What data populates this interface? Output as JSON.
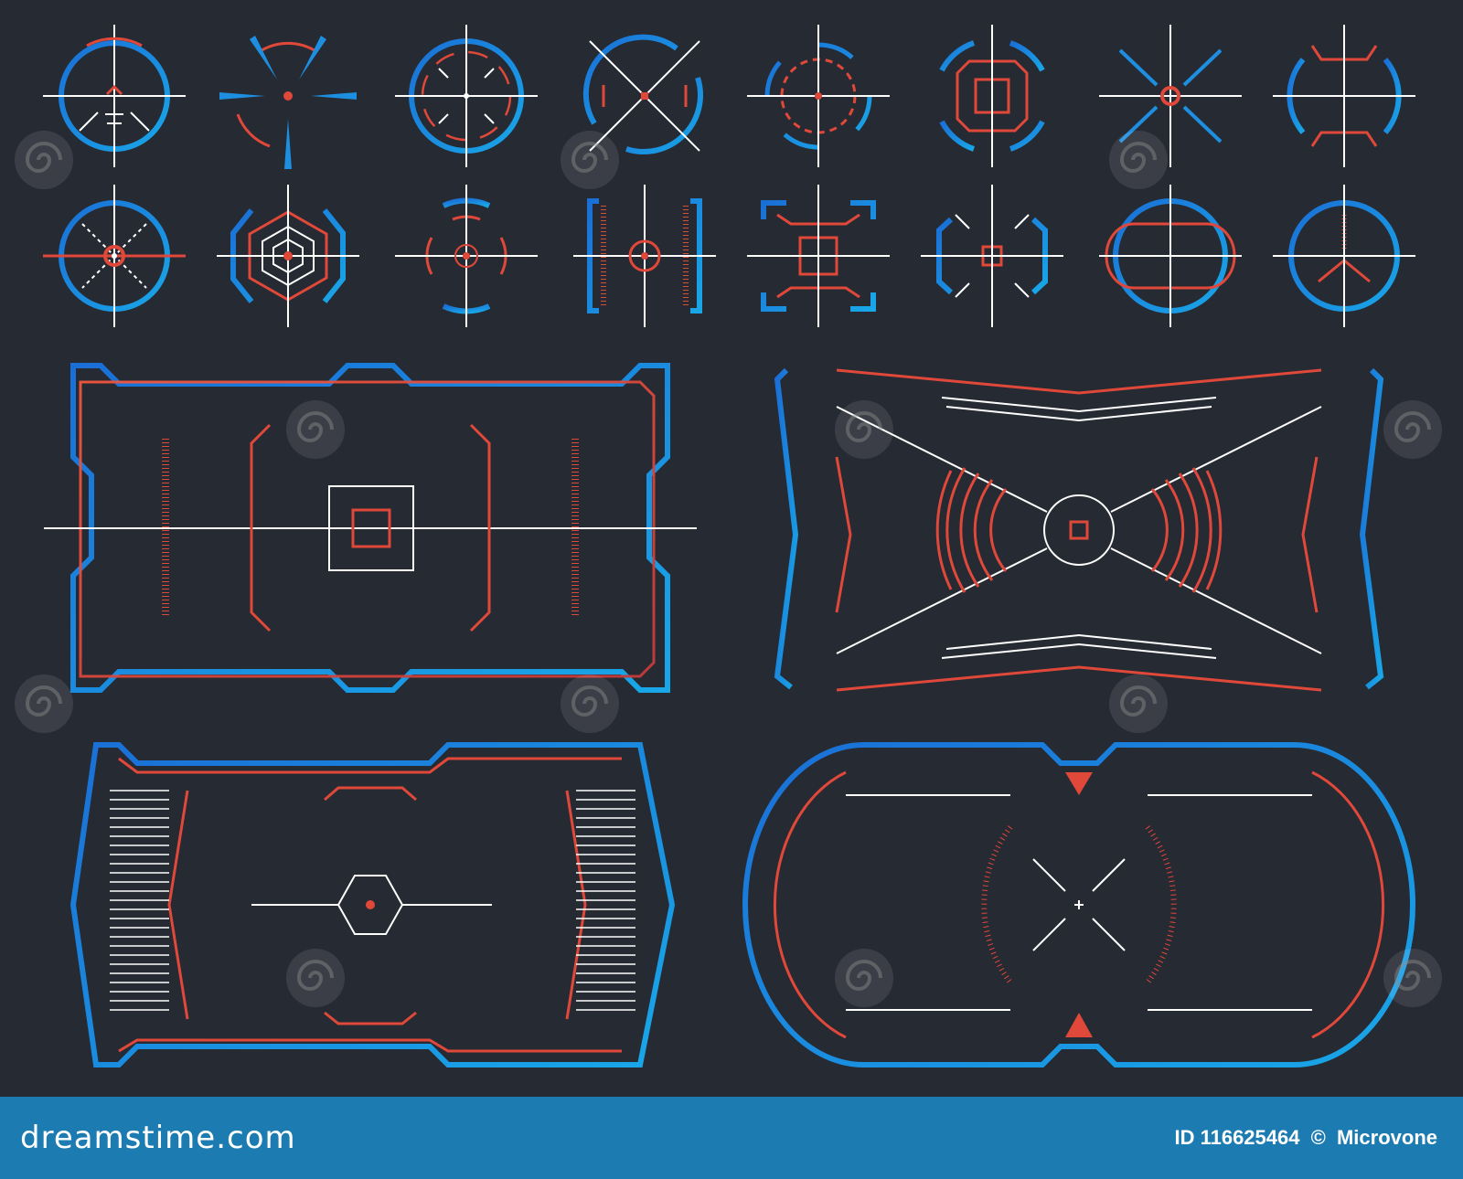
{
  "colors": {
    "background": "#262a33",
    "hud_red": "#e0483a",
    "hud_blue": "#1e8fe0",
    "hud_white": "#ffffff",
    "footer_bar": "#1c7bb0"
  },
  "watermark": {
    "site": "dreamstime",
    "logo_icon": "spiral-logo-icon"
  },
  "footer": {
    "brand": "dreamstime.com",
    "image_id": "ID 116625464",
    "copyright_symbol": "©",
    "author": "Microvone"
  }
}
